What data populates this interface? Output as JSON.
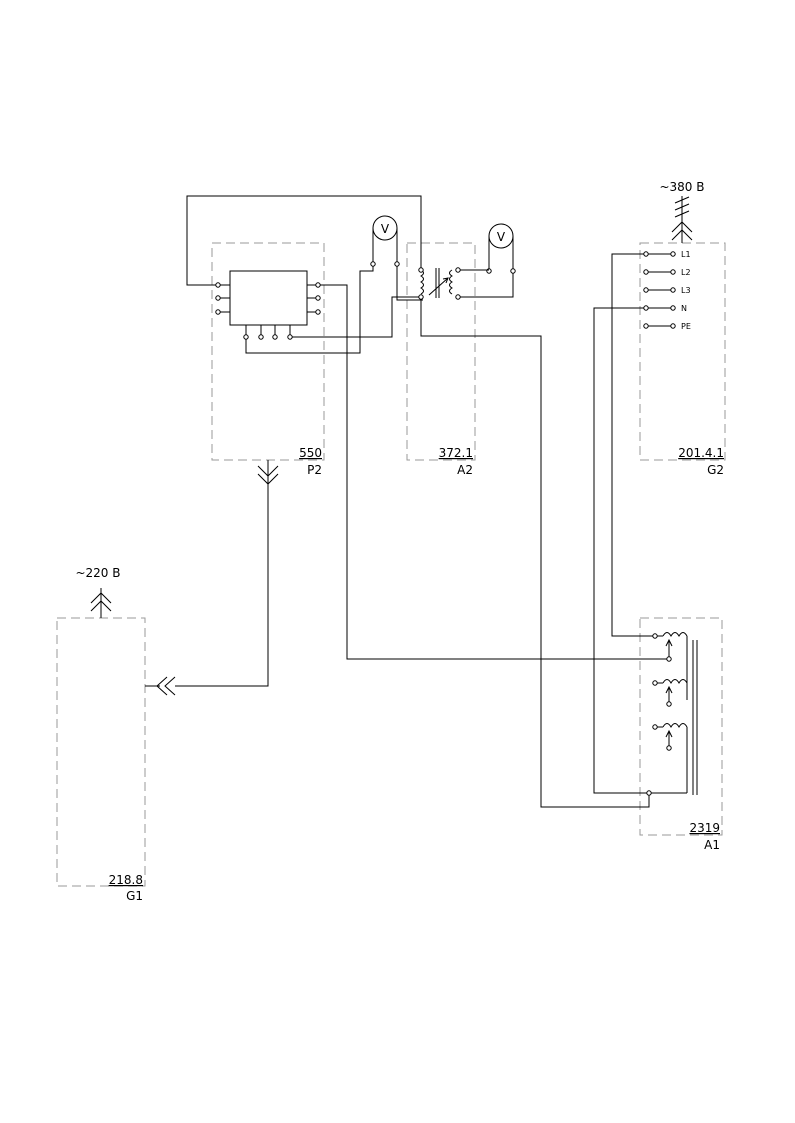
{
  "supplies": {
    "v380": "~380 В",
    "v220": "~220 В"
  },
  "meters": {
    "left_symbol": "V",
    "right_symbol": "V"
  },
  "blocks": {
    "p2": {
      "number": "550",
      "designation": "P2"
    },
    "a2": {
      "number": "372.1",
      "designation": "A2"
    },
    "g2": {
      "number": "201.4.1",
      "designation": "G2"
    },
    "a1": {
      "number": "2319",
      "designation": "A1"
    },
    "g1": {
      "number": "218.8",
      "designation": "G1"
    }
  },
  "terminals": [
    "L1",
    "L2",
    "L3",
    "N",
    "PE"
  ]
}
